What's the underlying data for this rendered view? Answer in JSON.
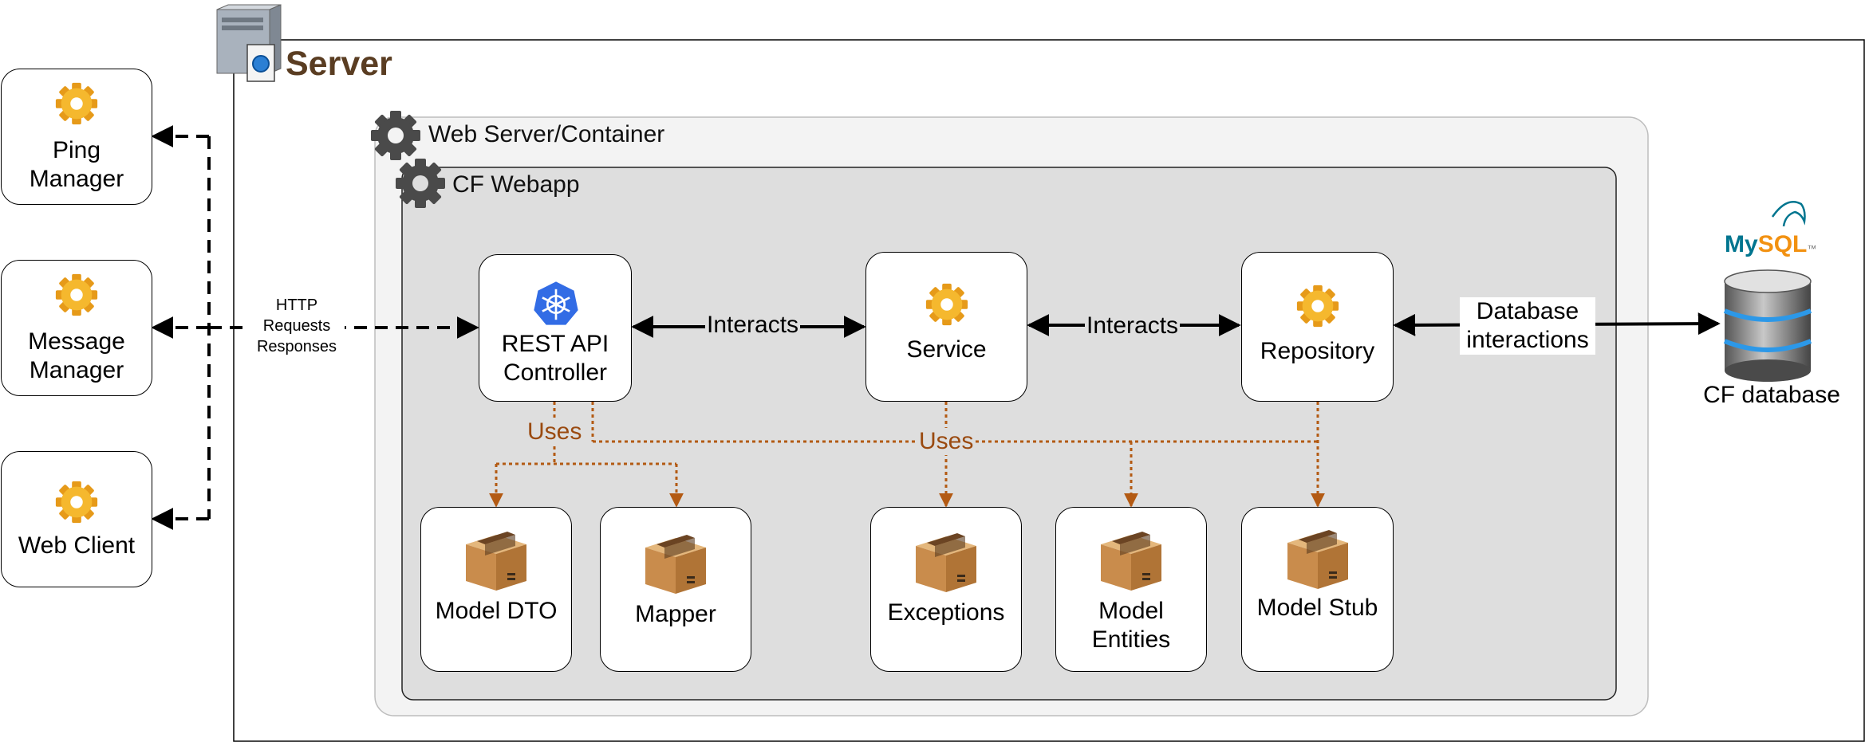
{
  "server": {
    "title": "Server"
  },
  "web_container": {
    "title": "Web Server/Container"
  },
  "webapp": {
    "title": "CF Webapp"
  },
  "clients": [
    {
      "label": "Ping\nManager",
      "icon": "gear-icon"
    },
    {
      "label": "Message\nManager",
      "icon": "gear-icon"
    },
    {
      "label": "Web Client",
      "icon": "gear-icon"
    }
  ],
  "http_label": "HTTP\nRequests\nResponses",
  "components": {
    "controller": {
      "label": "REST API\nController",
      "icon": "kubernetes-rest-icon"
    },
    "service": {
      "label": "Service",
      "icon": "gear-icon"
    },
    "repository": {
      "label": "Repository",
      "icon": "gear-icon"
    }
  },
  "interacts_label": "Interacts",
  "db_interactions_label": "Database\ninteractions",
  "database": {
    "label": "CF database",
    "logo_text": "MySQL",
    "icon": "database-icon"
  },
  "uses_label": "Uses",
  "packages": [
    {
      "label": "Model DTO",
      "icon": "package-icon"
    },
    {
      "label": "Mapper",
      "icon": "package-icon"
    },
    {
      "label": "Exceptions",
      "icon": "package-icon"
    },
    {
      "label": "Model\nEntities",
      "icon": "package-icon"
    },
    {
      "label": "Model Stub",
      "icon": "package-icon"
    }
  ],
  "colors": {
    "uses_arrow": "#b35a13",
    "container_bg": "#f3f3f3",
    "webapp_bg": "#dedede",
    "server_title": "#5a3d22"
  }
}
